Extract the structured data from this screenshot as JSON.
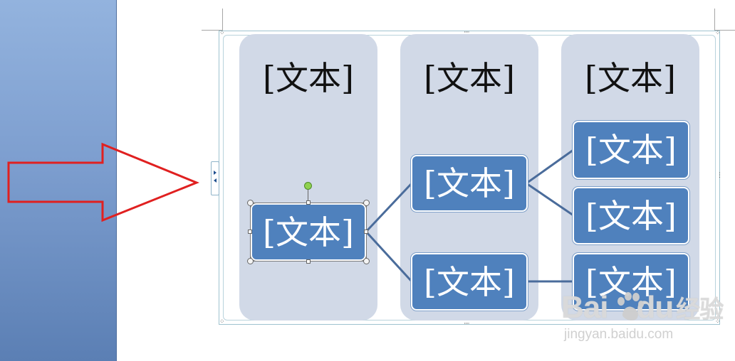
{
  "smartart": {
    "column_headings": [
      "[文本]",
      "[文本]",
      "[文本]"
    ],
    "nodes": {
      "root": "[文本]",
      "mid_top": "[文本]",
      "mid_bottom": "[文本]",
      "right_1": "[文本]",
      "right_2": "[文本]",
      "right_3": "[文本]"
    }
  },
  "colors": {
    "node_fill": "#4f81bd",
    "column_fill": "#d1d9e7",
    "connector": "#4a6c9b",
    "arrow": "#e02020",
    "sidebar": "#7d9ecf"
  },
  "watermark": {
    "logo_left": "Bai",
    "logo_right": "du",
    "logo_cn": "经验",
    "url": "jingyan.baidu.com"
  }
}
